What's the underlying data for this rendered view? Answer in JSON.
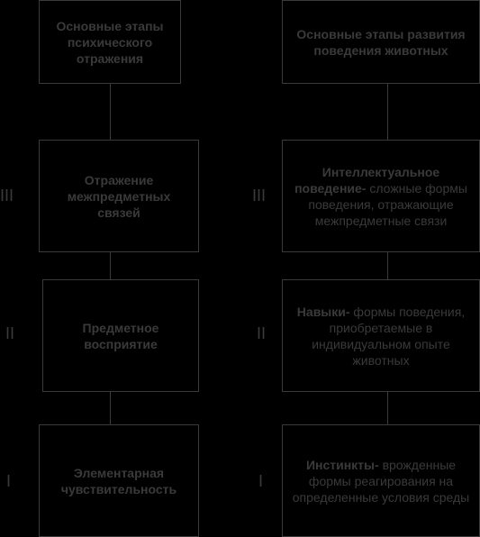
{
  "left_column": {
    "header": "Основные этапы психического отражения",
    "stage3": "Отражение межпредметных связей",
    "stage2": "Предметное восприятие",
    "stage1": "Элементарная чувствительность"
  },
  "right_column": {
    "header": "Основные этапы развития поведения животных",
    "stage3_title": "Интеллектуальное поведение-",
    "stage3_text": "сложные формы поведения, отражающие межпредметные связи",
    "stage2_title": "Навыки-",
    "stage2_text": "формы поведения, приобретаемые в индивидуальном опыте животных",
    "stage1_title": "Инстинкты-",
    "stage1_text": "врожденные формы реагирования на определенные условия среды"
  },
  "levels": {
    "level3": "III",
    "level2": "II",
    "level1": "I"
  },
  "colors": {
    "background": "#000000",
    "foreground": "#3a3a3a"
  }
}
